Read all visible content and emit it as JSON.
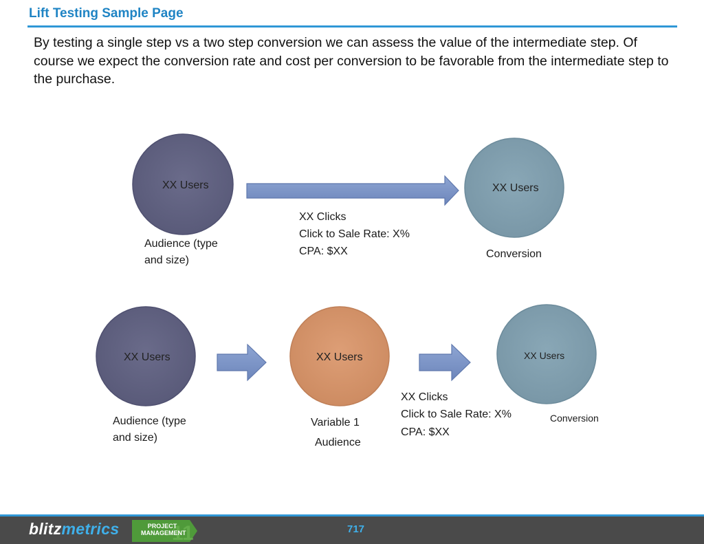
{
  "page": {
    "title": "Lift Testing Sample Page",
    "intro": "By testing a single step vs a two step conversion we can assess the value of the intermediate step. Of course we expect the conversion rate and cost per conversion to be favorable from the intermediate step to the purchase.",
    "page_number": "717"
  },
  "colors": {
    "title": "#1f84c4",
    "rule": "#2f97d6",
    "audience_circle": "#5e5f7e",
    "conversion_circle": "#7f9eae",
    "variable_circle": "#d4936a",
    "arrow": "#7f98c9"
  },
  "row1": {
    "audience_circle": "XX Users",
    "audience_label_line1": "Audience (type",
    "audience_label_line2": "and size)",
    "clicks": "XX Clicks",
    "rate": "Click to Sale Rate: X%",
    "cpa": "CPA: $XX",
    "conversion_circle": "XX Users",
    "conversion_label": "Conversion"
  },
  "row2": {
    "audience_circle": "XX Users",
    "audience_label_line1": "Audience (type",
    "audience_label_line2": "and size)",
    "variable_circle": "XX Users",
    "variable_label_line1": "Variable 1",
    "variable_label_line2": "Audience",
    "clicks": "XX Clicks",
    "rate": "Click to Sale Rate: X%",
    "cpa": "CPA: $XX",
    "conversion_circle": "XX Users",
    "conversion_label": "Conversion"
  },
  "footer": {
    "brand_part1": "blitz",
    "brand_part2": "metrics",
    "badge_line1": "PROJECT",
    "badge_line2": "MANAGEMENT"
  }
}
